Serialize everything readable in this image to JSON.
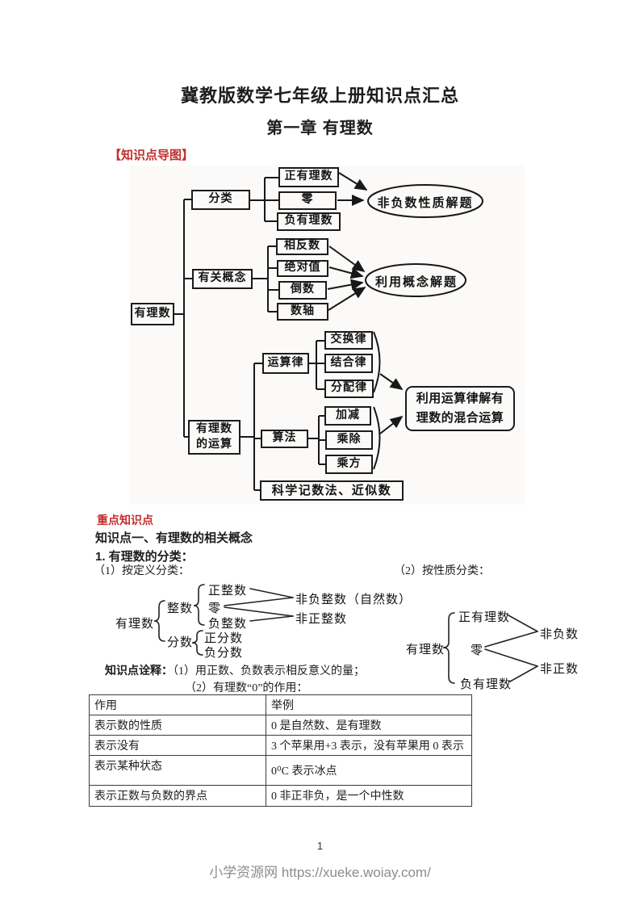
{
  "page": {
    "title": "冀教版数学七年级上册知识点汇总",
    "chapter": "第一章 有理数",
    "map_label": "【知识点导图】",
    "page_number": "1",
    "footer_site": "小学资源网",
    "footer_url": "https://xueke.woiay.com/"
  },
  "colors": {
    "heading_red": "#c22f2f",
    "body_text": "#1d1d1d",
    "footer_gray": "#8c8c8c",
    "diagram_ink": "#181818"
  },
  "mindmap": {
    "root": "有理数",
    "branches": [
      {
        "label": "分类",
        "children": [
          "正有理数",
          "零",
          "负有理数"
        ],
        "result": "非负数性质解题"
      },
      {
        "label": "有关概念",
        "children": [
          "相反数",
          "绝对值",
          "倒数",
          "数轴"
        ],
        "result": "利用概念解题"
      },
      {
        "label": "有理数的运算",
        "groups": [
          {
            "label": "运算律",
            "children": [
              "交换律",
              "结合律",
              "分配律"
            ]
          },
          {
            "label": "算法",
            "children": [
              "加减",
              "乘除",
              "乘方"
            ]
          }
        ],
        "extra": "科学记数法、近似数",
        "result": "利用运算律解有理数的混合运算"
      }
    ]
  },
  "section": {
    "key_points": "重点知识点",
    "point1": "知识点一、有理数的相关概念",
    "item1": "1. 有理数的分类：",
    "def_label": "（1）按定义分类：",
    "prop_label": "（2）按性质分类："
  },
  "definition_tree": {
    "root": "有理数",
    "branch1": {
      "label": "整数",
      "children": [
        "正整数",
        "零",
        "负整数"
      ]
    },
    "branch2": {
      "label": "分数",
      "children": [
        "正分数",
        "负分数"
      ]
    },
    "derived": [
      "非负整数（自然数）",
      "非正整数"
    ]
  },
  "property_tree": {
    "root": "有理数",
    "children": [
      "正有理数",
      "零",
      "负有理数"
    ],
    "derived": [
      "非负数",
      "非正数"
    ]
  },
  "notes": {
    "label": "知识点诠释：",
    "line1": "（1）用正数、负数表示相反意义的量；",
    "line2": "（2）有理数“0”的作用："
  },
  "table": {
    "headers": [
      "作用",
      "举例"
    ],
    "rows": [
      [
        "表示数的性质",
        "0 是自然数、是有理数"
      ],
      [
        "表示没有",
        "3 个苹果用+3 表示，没有苹果用 0 表示"
      ],
      [
        "表示某种状态",
        "0⁰C 表示冰点"
      ],
      [
        "表示正数与负数的界点",
        "0 非正非负，是一个中性数"
      ]
    ]
  }
}
